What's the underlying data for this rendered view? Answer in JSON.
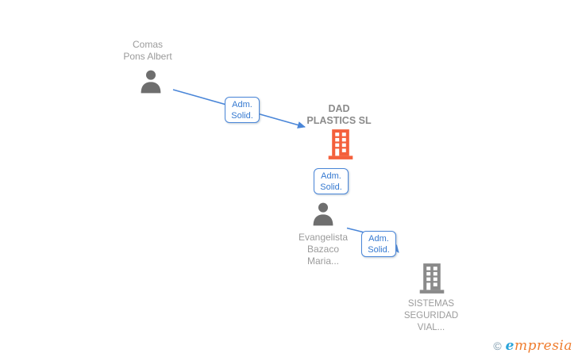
{
  "colors": {
    "person_gray": "#6e6e6e",
    "company_orange": "#f4603c",
    "company_gray": "#8a8a8a",
    "edge_blue": "#4a86d8",
    "edge_text": "#3579d0",
    "name_gray": "#9b9b9b",
    "company_name_gray": "#8b8b8b",
    "logo_copyright_color": "#7b98ab",
    "logo_e_color": "#2aa4da",
    "logo_rest_color": "#ef7d2f"
  },
  "diagram": {
    "nodes": {
      "person1": {
        "type": "person",
        "label": "Comas\nPons Albert"
      },
      "company1": {
        "type": "company",
        "label": "DAD\nPLASTICS SL",
        "highlighted": true
      },
      "person2": {
        "type": "person",
        "label": "Evangelista\nBazaco\nMaria..."
      },
      "company2": {
        "type": "company",
        "label": "SISTEMAS\nSEGURIDAD\nVIAL..."
      }
    },
    "edges": {
      "e1": {
        "from": "Comas Pons Albert",
        "to": "DAD PLASTICS SL",
        "label": "Adm.\nSolid."
      },
      "e2": {
        "from": "DAD PLASTICS SL",
        "to": "Evangelista Bazaco Maria...",
        "label": "Adm.\nSolid."
      },
      "e3": {
        "from": "Evangelista Bazaco Maria...",
        "to": "SISTEMAS SEGURIDAD VIAL...",
        "label": "Adm.\nSolid."
      }
    }
  },
  "watermark": {
    "copyright": "©",
    "brand_initial": "e",
    "brand_rest": "mpresia"
  }
}
